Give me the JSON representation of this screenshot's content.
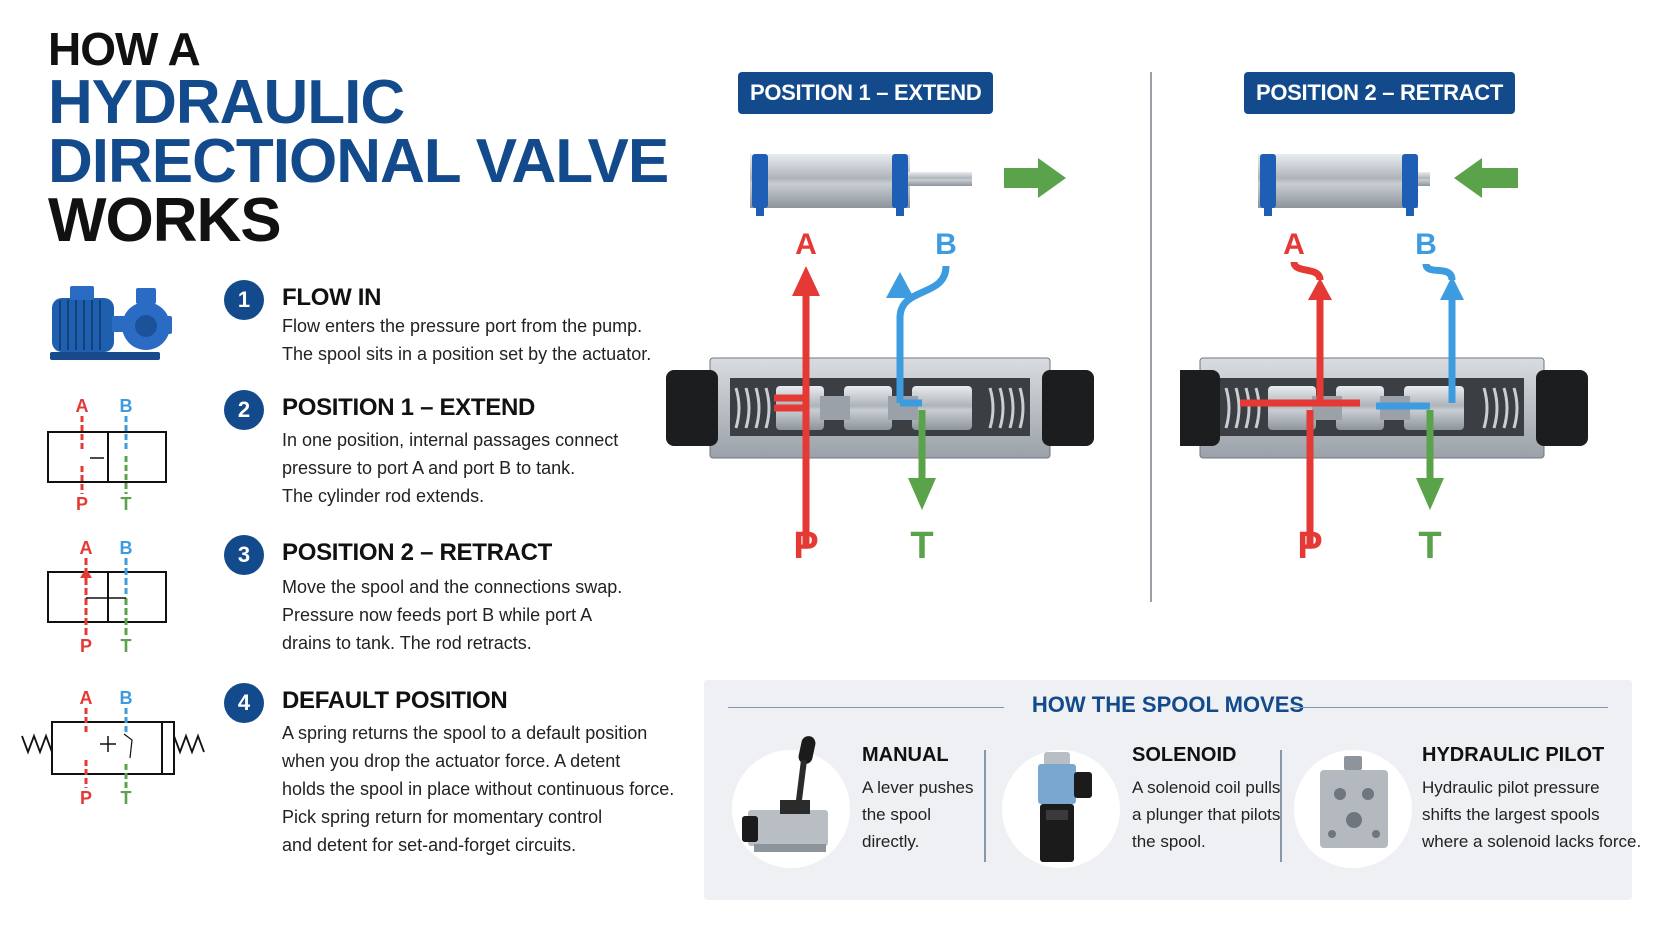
{
  "title": {
    "line1": "HOW A",
    "line2": "HYDRAULIC",
    "line3": "DIRECTIONAL VALVE",
    "line4": "WORKS"
  },
  "steps": [
    {
      "num": "1",
      "heading": "FLOW IN",
      "lines": [
        "Flow enters the pressure port from the pump.",
        "The spool sits in a position set by the actuator."
      ]
    },
    {
      "num": "2",
      "heading": "POSITION 1 – EXTEND",
      "lines": [
        "In one position, internal passages connect",
        "pressure to port A and port B to tank.",
        "The cylinder rod extends."
      ]
    },
    {
      "num": "3",
      "heading": "POSITION 2 – RETRACT",
      "lines": [
        "Move the spool and the connections swap.",
        "Pressure now feeds port B while port A",
        "drains to tank. The rod retracts."
      ]
    },
    {
      "num": "4",
      "heading": "DEFAULT POSITION",
      "lines": [
        "A spring returns the spool to a default position",
        "when you drop the actuator force. A detent",
        "holds the spool in place without continuous force.",
        "Pick spring return for momentary control",
        "and detent for set-and-forget circuits."
      ]
    }
  ],
  "ports": {
    "a": "A",
    "b": "B",
    "p": "P",
    "t": "T"
  },
  "positions": {
    "extend": "POSITION 1 – EXTEND",
    "retract": "POSITION 2 – RETRACT"
  },
  "spool_panel": {
    "title": "HOW THE SPOOL MOVES",
    "methods": [
      {
        "heading": "MANUAL",
        "lines": [
          "A lever pushes",
          "the spool",
          "directly."
        ]
      },
      {
        "heading": "SOLENOID",
        "lines": [
          "A solenoid coil pulls",
          "a plunger that pilots",
          "the spool."
        ]
      },
      {
        "heading": "HYDRAULIC PILOT",
        "lines": [
          "Hydraulic pilot pressure",
          "shifts the largest spools",
          "where a solenoid lacks force."
        ]
      }
    ]
  },
  "colors": {
    "navy": "#124a8c",
    "pressure": "#e53935",
    "port_b": "#3d9be0",
    "tank": "#5aa34a",
    "cylinder_blue": "#1e5fb5"
  },
  "icons": {
    "pump": "pump-icon",
    "symbol_neutral": "valve-symbol-icon",
    "symbol_extend": "valve-symbol-extend-icon",
    "symbol_spring": "valve-symbol-spring-icon",
    "manual": "lever-valve-icon",
    "solenoid": "solenoid-icon",
    "pilot": "pilot-block-icon"
  }
}
